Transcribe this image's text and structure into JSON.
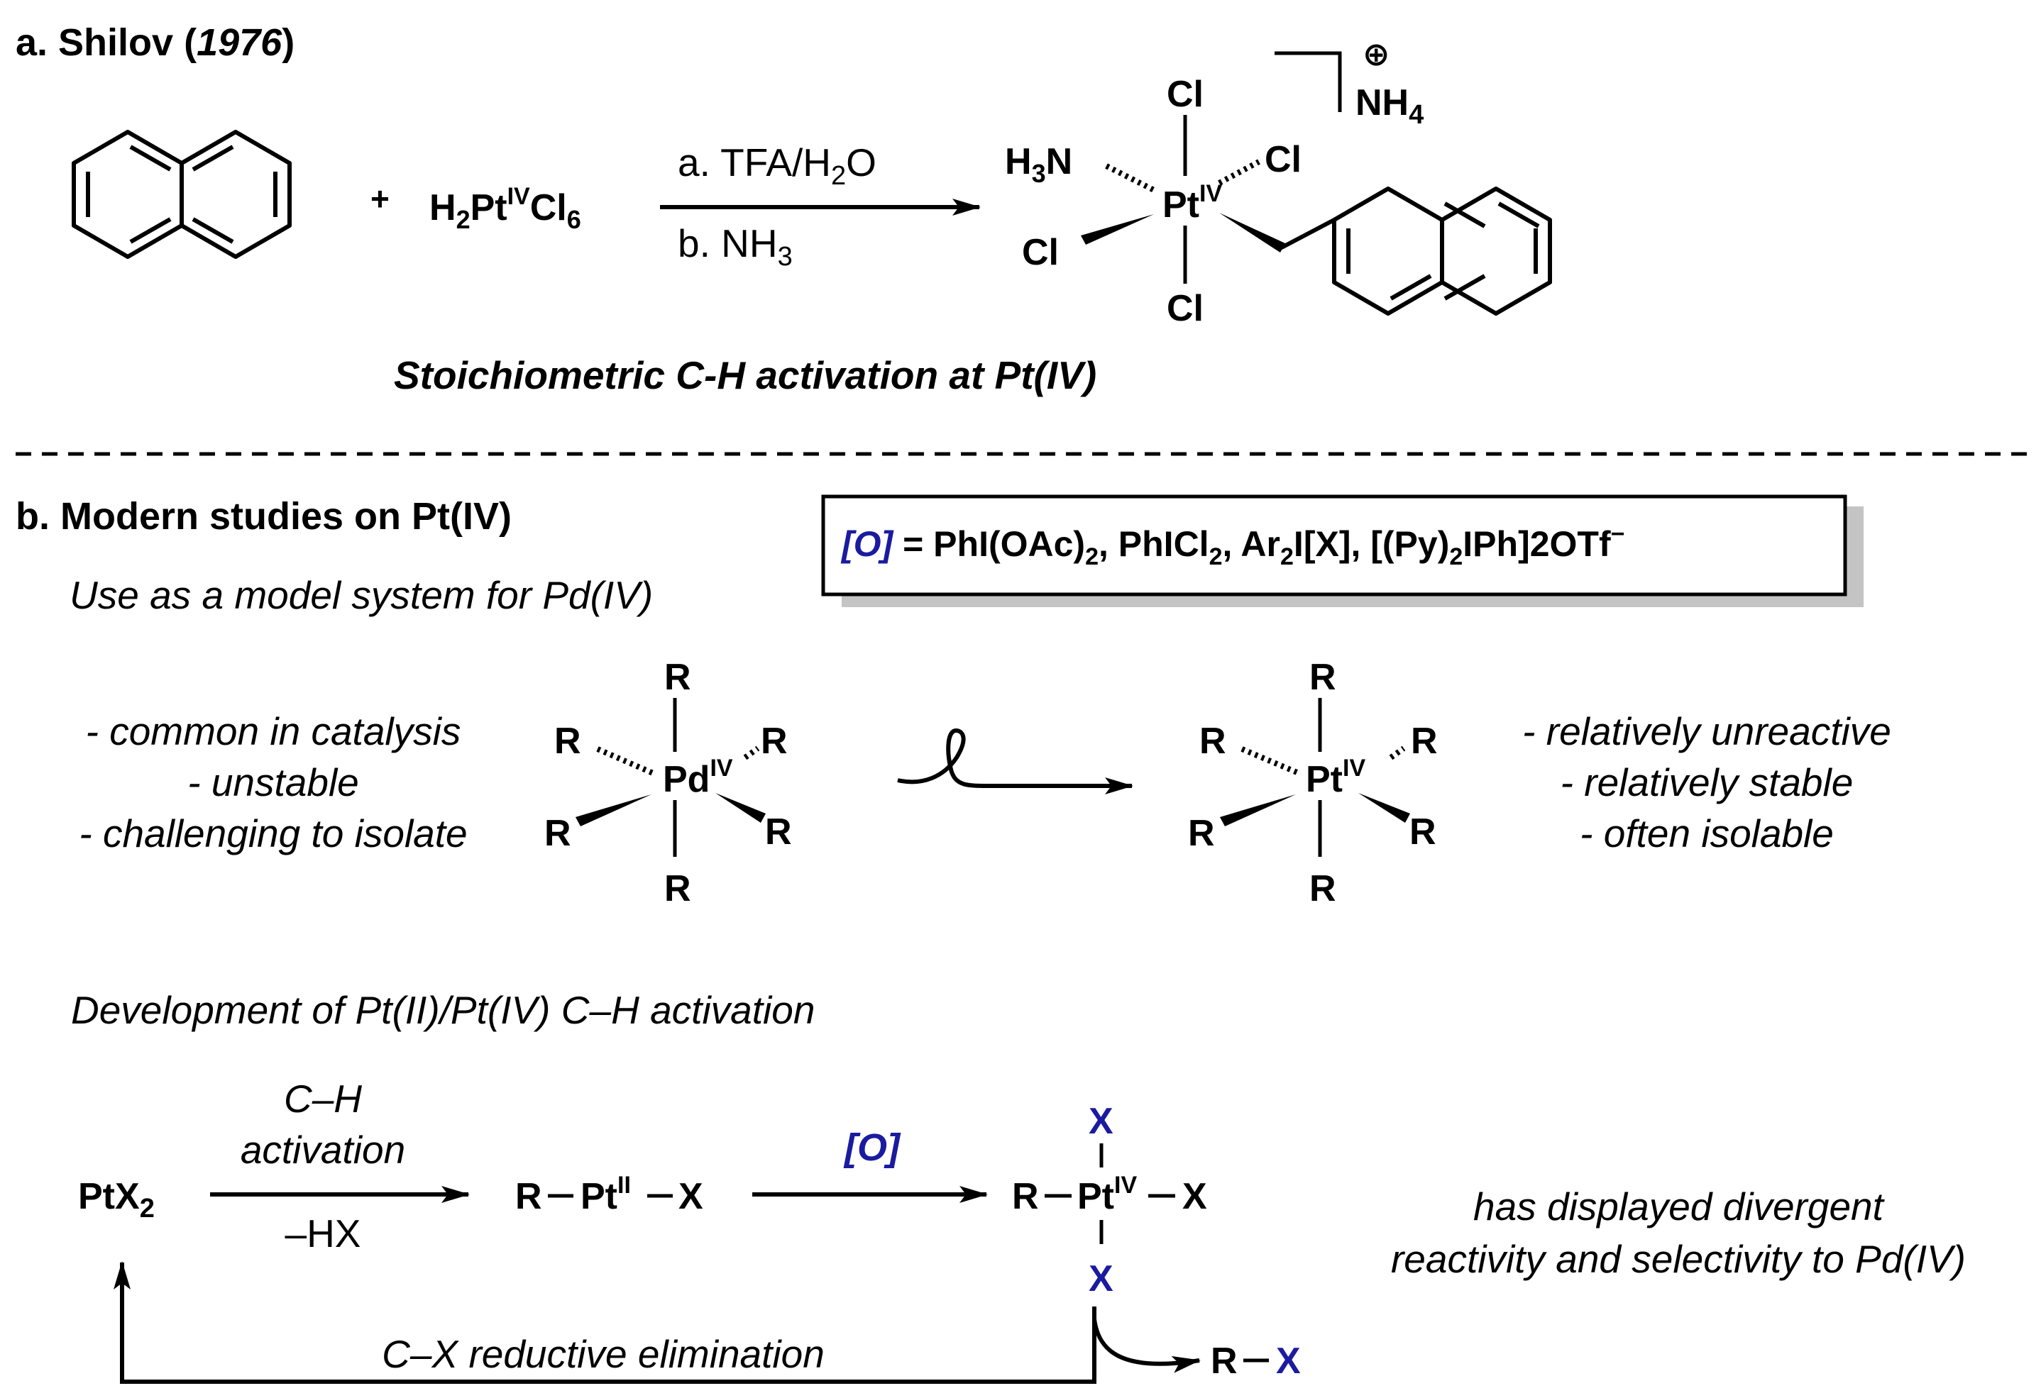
{
  "colors": {
    "ink": "#000000",
    "accent_blue": "#1b1ba0",
    "shadow": "#c4c4c4"
  },
  "section_a": {
    "title_prefix": "a. Shilov (",
    "year": "1976",
    "title_suffix": ")",
    "plus": "+",
    "reagent": {
      "base1": "H",
      "sub1": "2",
      "base2": "Pt",
      "sup": "IV",
      "base3": "Cl",
      "sub2": "6"
    },
    "condition_a": {
      "pre": "a. TFA/H",
      "sub": "2",
      "post": "O"
    },
    "condition_b": {
      "pre": "b. NH",
      "sub": "3"
    },
    "product": {
      "h3n": {
        "pre": "H",
        "sub": "3",
        "post": "N"
      },
      "cl": "Cl",
      "pt": "Pt",
      "pt_sup": "IV",
      "charge": "⊕",
      "counterion": {
        "pre": "NH",
        "sub": "4"
      }
    },
    "caption": "Stoichiometric C-H activation at Pt(IV)"
  },
  "section_b": {
    "title": "b. Modern studies on Pt(IV)",
    "oxidant_box": {
      "label": "[O]",
      "eq": " = PhI(OAc)",
      "sub1": "2",
      "t2": ", PhICl",
      "sub2": "2",
      "t3": ", Ar",
      "sub3": "2",
      "t4": "I[X], [(Py)",
      "sub4": "2",
      "t5": "IPh]2OTf",
      "sup": "−"
    },
    "subtitle_model": "Use as a model system for Pd(IV)",
    "pd_notes": [
      "- common in catalysis",
      "- unstable",
      "- challenging to isolate"
    ],
    "pd_complex": {
      "metal": "Pd",
      "sup": "IV",
      "ligand": "R"
    },
    "pt_complex": {
      "metal": "Pt",
      "sup": "IV",
      "ligand": "R"
    },
    "pt_notes": [
      "- relatively unreactive",
      "- relatively stable",
      "- often isolable"
    ],
    "subtitle_dev": "Development of Pt(II)/Pt(IV) C–H activation",
    "cycle": {
      "start": {
        "base": "PtX",
        "sub": "2"
      },
      "ch_line1": "C–H",
      "ch_line2": "activation",
      "minus_hx": "–HX",
      "pt2": {
        "r": "R",
        "pt": "Pt",
        "sup": "II",
        "x": "X"
      },
      "oxidant": "[O]",
      "pt4": {
        "r": "R",
        "pt": "Pt",
        "sup": "IV",
        "x": "X"
      },
      "re_label": "C–X reductive elimination",
      "product": {
        "r": "R",
        "x": "X"
      },
      "note_line1": "has displayed divergent",
      "note_line2": "reactivity and selectivity to Pd(IV)"
    }
  }
}
